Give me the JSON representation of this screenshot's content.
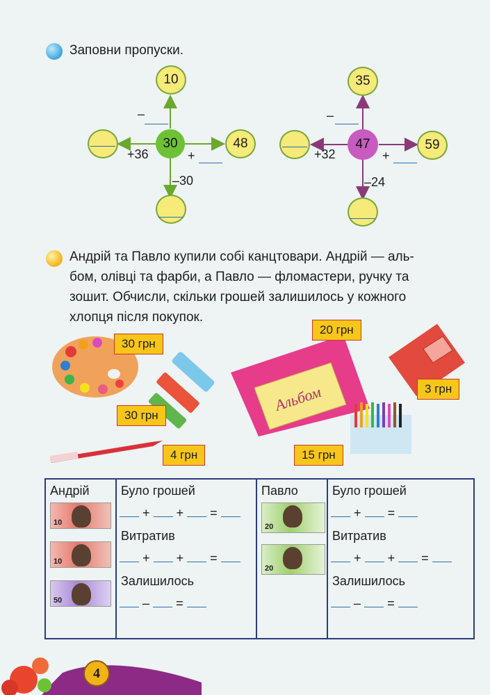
{
  "task1": {
    "title": "Заповни пропуски.",
    "diagram_a": {
      "top": "10",
      "center": "30",
      "right": "48",
      "op_top": "–",
      "op_left": "+36",
      "op_right": "+",
      "op_bottom": "–30"
    },
    "diagram_b": {
      "top": "35",
      "center": "47",
      "right": "59",
      "op_top": "–",
      "op_left": "+32",
      "op_right": "+",
      "op_bottom": "–24"
    }
  },
  "task2": {
    "lines": [
      "Андрій та Павло купили собі канцтовари. Андрій — аль-",
      "бом, олівці та фарби, а Павло — фломастери, ручку та",
      "зошит. Обчисли, скільки грошей залишилось у кожного",
      "хлопця після покупок."
    ],
    "album_word": "Альбом",
    "prices": {
      "paints": "30 грн",
      "album": "20 грн",
      "notebook": "3 грн",
      "markers": "30 грн",
      "pen": "4 грн",
      "pencils": "15 грн"
    }
  },
  "table": {
    "andriy": {
      "name": "Андрій",
      "had_label": "Було грошей",
      "spent_label": "Витратив",
      "left_label": "Залишилось",
      "notes": [
        "10",
        "10",
        "50"
      ]
    },
    "pavlo": {
      "name": "Павло",
      "had_label": "Було грошей",
      "spent_label": "Витратив",
      "left_label": "Залишилось",
      "notes": [
        "20",
        "20"
      ]
    },
    "ops": {
      "plus": "+",
      "minus": "–",
      "eq": "="
    }
  },
  "page_number": "4",
  "colors": {
    "circle_fill": "#f6ea78",
    "center_a": "#6cc234",
    "center_b": "#c85bbf",
    "price_tag": "#f7c619",
    "table_border": "#2a3d7a"
  }
}
